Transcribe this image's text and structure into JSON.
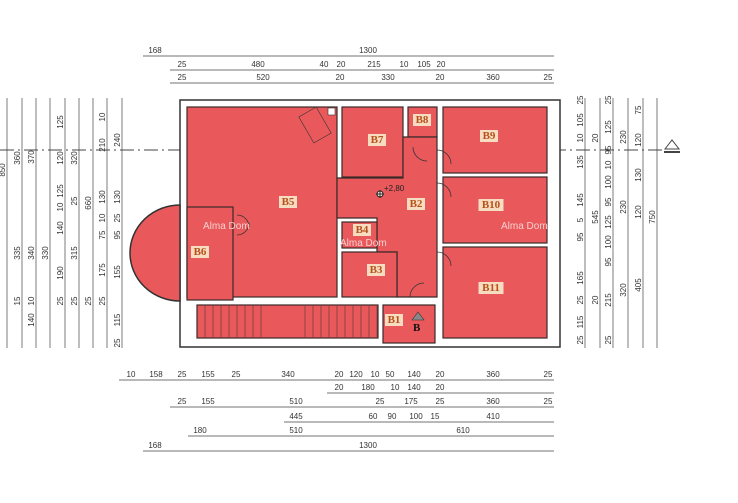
{
  "plan": {
    "rooms": [
      {
        "id": "B1",
        "label": "B1"
      },
      {
        "id": "B2",
        "label": "B2"
      },
      {
        "id": "B3",
        "label": "B3"
      },
      {
        "id": "B4",
        "label": "B4"
      },
      {
        "id": "B5",
        "label": "B5"
      },
      {
        "id": "B6",
        "label": "B6"
      },
      {
        "id": "B7",
        "label": "B7"
      },
      {
        "id": "B8",
        "label": "B8"
      },
      {
        "id": "B9",
        "label": "B9"
      },
      {
        "id": "B10",
        "label": "B10"
      },
      {
        "id": "B11",
        "label": "B11"
      }
    ],
    "watermark": "Alma Dom",
    "level": "+2,80",
    "section_mark": "B",
    "colors": {
      "room_fill": "#e9595b",
      "wall": "#ffffff",
      "label_bg": "#f6dcc0",
      "label_text": "#b8501a"
    }
  },
  "dimensions": {
    "top": [
      [
        "168",
        "1300"
      ],
      [
        "25",
        "480",
        "40",
        "20",
        "215",
        "10",
        "105",
        "20"
      ],
      [
        "25",
        "520",
        "20",
        "330",
        "20",
        "360",
        "25"
      ]
    ],
    "bottom": [
      [
        "10",
        "158",
        "25",
        "155",
        "25",
        "340",
        "20",
        "120",
        "10",
        "50",
        "140",
        "20",
        "360",
        "25"
      ],
      [
        "20",
        "180",
        "10",
        "140",
        "20"
      ],
      [
        "25",
        "155",
        "510",
        "25",
        "175",
        "25",
        "360",
        "25"
      ],
      [
        "445",
        "60",
        "90",
        "100",
        "15",
        "410"
      ],
      [
        "180",
        "510",
        "610"
      ],
      [
        "168",
        "1300"
      ]
    ],
    "left": [
      [
        "850"
      ],
      [
        "360",
        "335",
        "15"
      ],
      [
        "370",
        "340",
        "10",
        "140"
      ],
      [
        "330"
      ],
      [
        "125",
        "120",
        "125",
        "10",
        "140",
        "190",
        "25"
      ],
      [
        "320",
        "25",
        "315",
        "25"
      ],
      [
        "660",
        "25"
      ],
      [
        "10",
        "210",
        "130",
        "10",
        "75",
        "175",
        "25"
      ],
      [
        "240",
        "130",
        "25",
        "95",
        "155",
        "115",
        "25"
      ]
    ],
    "right": [
      [
        "25",
        "105",
        "10",
        "135",
        "145",
        "5",
        "95",
        "165",
        "25",
        "115",
        "25"
      ],
      [
        "20",
        "545",
        "20"
      ],
      [
        "25",
        "125",
        "95",
        "10",
        "100",
        "95",
        "125",
        "100",
        "95",
        "215",
        "25"
      ],
      [
        "230",
        "230",
        "320"
      ],
      [
        "75",
        "120",
        "130",
        "120",
        "405"
      ],
      [
        "750"
      ]
    ]
  }
}
